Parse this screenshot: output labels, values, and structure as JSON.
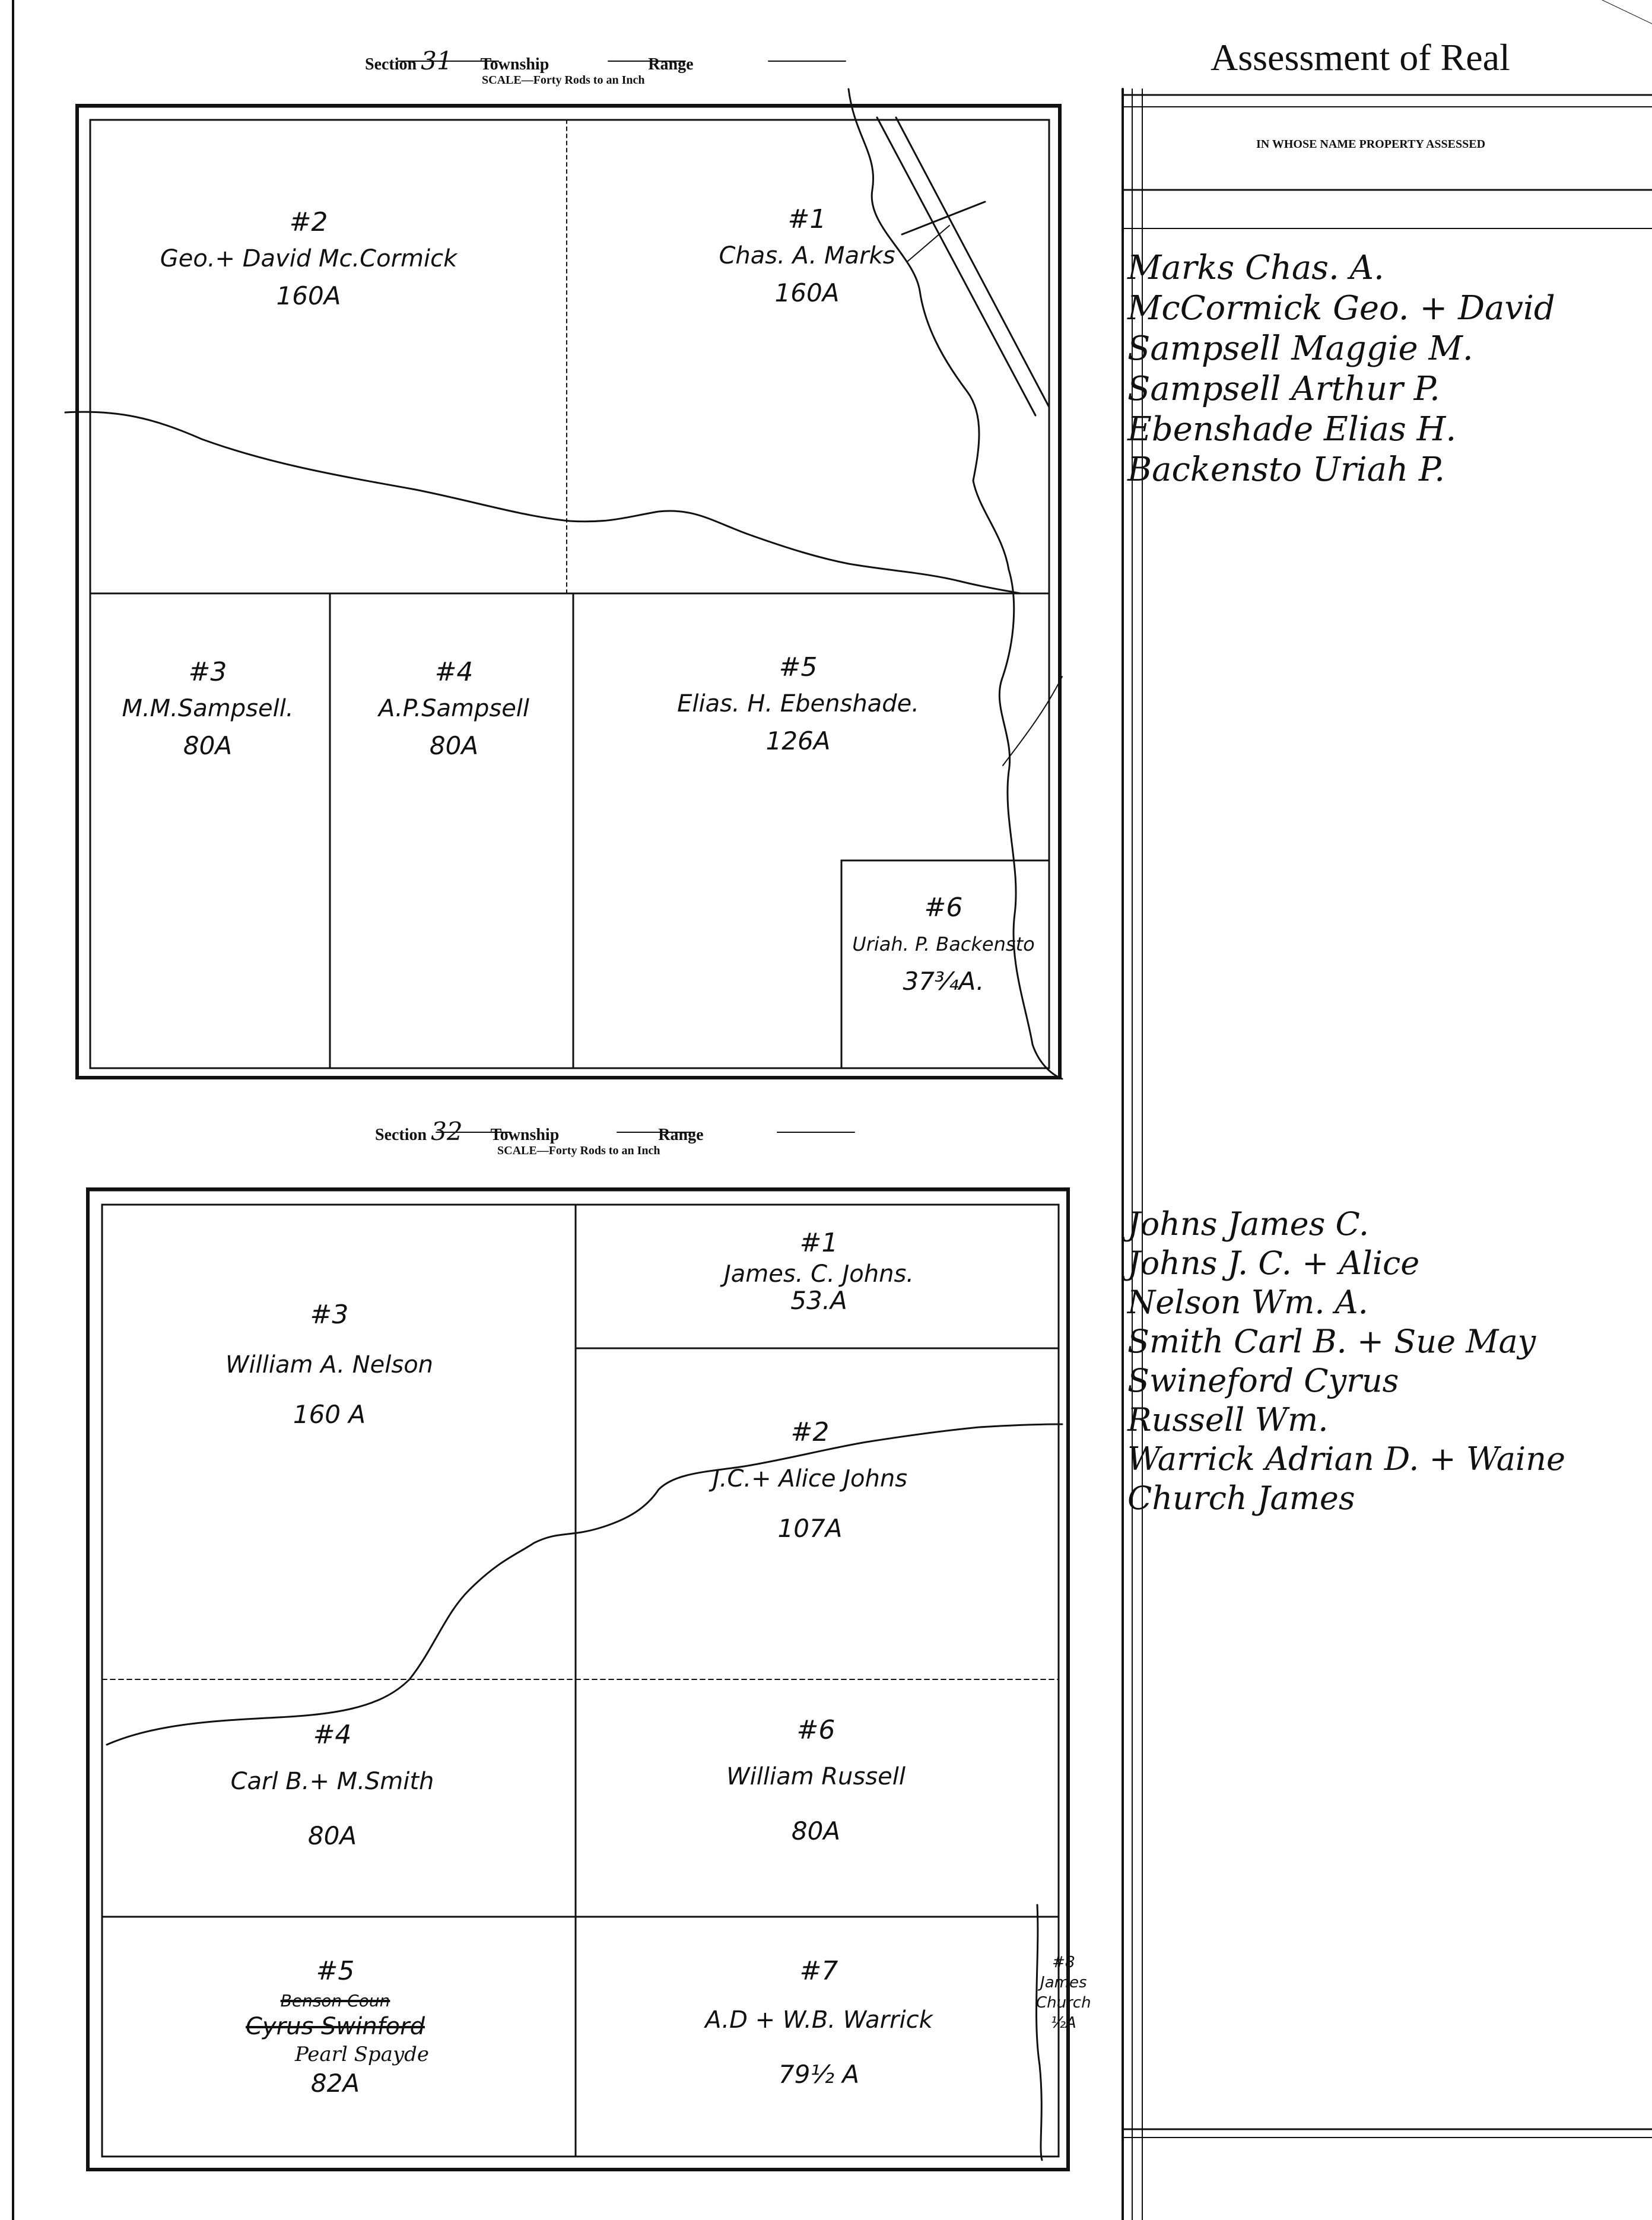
{
  "section31": {
    "header": {
      "section_label": "Section",
      "section_no": "31",
      "township_label": "Township",
      "range_label": "Range"
    },
    "scale": "SCALE—Forty Rods to an Inch",
    "lots": [
      {
        "num": "#2",
        "owner": "Geo.+ David Mc.Cormick",
        "acres": "160A"
      },
      {
        "num": "#1",
        "owner": "Chas. A. Marks",
        "acres": "160A"
      },
      {
        "num": "#3",
        "owner": "M.M.Sampsell.",
        "acres": "80A"
      },
      {
        "num": "#4",
        "owner": "A.P.Sampsell",
        "acres": "80A"
      },
      {
        "num": "#5",
        "owner": "Elias. H. Ebenshade.",
        "acres": "126A"
      },
      {
        "num": "#6",
        "owner": "Uriah. P. Backensto",
        "acres": "37¾A."
      }
    ]
  },
  "section32": {
    "header": {
      "section_label": "Section",
      "section_no": "32",
      "township_label": "Township",
      "range_label": "Range"
    },
    "scale": "SCALE—Forty Rods to an Inch",
    "lots": [
      {
        "num": "#1",
        "owner": "James. C. Johns.",
        "acres": "53.A"
      },
      {
        "num": "#3",
        "owner": "William A. Nelson",
        "acres": "160 A"
      },
      {
        "num": "#2",
        "owner": "J.C.+ Alice Johns",
        "acres": "107A"
      },
      {
        "num": "#4",
        "owner": "Carl B.+ M.Smith",
        "acres": "80A"
      },
      {
        "num": "#6",
        "owner": "William Russell",
        "acres": "80A"
      },
      {
        "num": "#5",
        "owner_struck_1": "Benson Coun",
        "owner_struck_2": "Cyrus Swinford",
        "owner_new": "Pearl Spayde",
        "acres": "82A"
      },
      {
        "num": "#7",
        "owner": "A.D + W.B. Warrick",
        "acres": "79½ A"
      },
      {
        "num": "#8",
        "line1": "James",
        "line2": "Church",
        "acres": "½A"
      }
    ]
  },
  "assessment": {
    "title": "Assessment of Real",
    "column_header": "IN WHOSE NAME PROPERTY ASSESSED",
    "names_31": [
      "Marks Chas. A.",
      "McCormick Geo. + David",
      "Sampsell Maggie M.",
      "Sampsell Arthur P.",
      "Ebenshade Elias H.",
      "Backensto Uriah P."
    ],
    "names_32": [
      "Johns James C.",
      "Johns J. C. + Alice",
      "Nelson Wm. A.",
      "Smith Carl B. + Sue May",
      "Swineford Cyrus",
      "Russell Wm.",
      "Warrick Adrian D. + Waine",
      "Church James"
    ]
  }
}
